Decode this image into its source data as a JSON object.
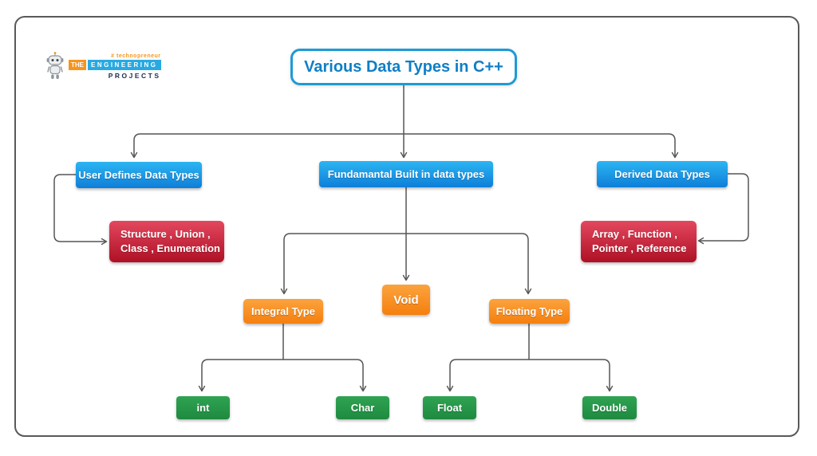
{
  "logo": {
    "tagline": "# technopreneur",
    "the": "THE",
    "engineering": "ENGINEERING",
    "projects": "PROJECTS"
  },
  "title": "Various Data Types in C++",
  "nodes": {
    "user_defined": "User Defines Data Types",
    "fundamental": "Fundamantal Built in data types",
    "derived": "Derived Data Types",
    "user_defined_detail_line1": "Structure , Union ,",
    "user_defined_detail_line2": "Class , Enumeration",
    "derived_detail_line1": "Array , Function ,",
    "derived_detail_line2": "Pointer , Reference",
    "integral": "Integral Type",
    "void": "Void",
    "floating": "Floating Type",
    "int": "int",
    "char": "Char",
    "float": "Float",
    "double": "Double"
  },
  "hierarchy": {
    "root": "Various Data Types in C++",
    "edges": [
      [
        "Various Data Types in C++",
        "User Defines Data Types"
      ],
      [
        "Various Data Types in C++",
        "Fundamantal Built in data types"
      ],
      [
        "Various Data Types in C++",
        "Derived Data Types"
      ],
      [
        "User Defines Data Types",
        "Structure , Union , Class , Enumeration"
      ],
      [
        "Derived Data Types",
        "Array , Function , Pointer , Reference"
      ],
      [
        "Fundamantal Built in data types",
        "Integral Type"
      ],
      [
        "Fundamantal Built in data types",
        "Void"
      ],
      [
        "Fundamantal Built in data types",
        "Floating Type"
      ],
      [
        "Integral Type",
        "int"
      ],
      [
        "Integral Type",
        "Char"
      ],
      [
        "Floating Type",
        "Float"
      ],
      [
        "Floating Type",
        "Double"
      ]
    ]
  },
  "colors": {
    "blue_gradient_top": "#2cb5f2",
    "blue_gradient_bottom": "#0e7ed8",
    "red_gradient_top": "#e4485f",
    "red_gradient_bottom": "#ae1024",
    "orange_gradient_top": "#fba33e",
    "orange_gradient_bottom": "#f57f0e",
    "green_gradient_top": "#2fa352",
    "green_gradient_bottom": "#1e8a40",
    "title_text": "#0f7fc6",
    "title_border": "#1e9ad6",
    "connector": "#555555",
    "frame_border": "#58595b",
    "logo_orange": "#f7941d",
    "logo_blue": "#29a9e1",
    "logo_navy": "#1f2b50"
  }
}
